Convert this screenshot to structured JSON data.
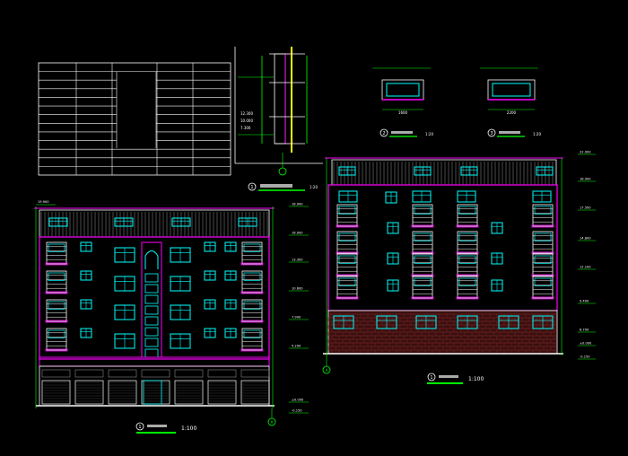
{
  "colors": {
    "background": "#000000",
    "line": "#ffffff",
    "accent": "#ff00ff",
    "window": "#00ffff",
    "dimension": "#00ff00",
    "highlight": "#ffff00",
    "brick": "#8a2a2a"
  },
  "drawings": {
    "section_detail": {
      "circle": "1",
      "label_small": "1:20"
    },
    "detail_2": {
      "circle": "2",
      "dim_total": "1600",
      "label_small": "1:20"
    },
    "detail_3": {
      "circle": "3",
      "dim_total": "2200",
      "label_small": "1:20"
    },
    "front_elevation": {
      "circle": "1",
      "scale": "1:100",
      "axis_mark": "A"
    },
    "side_elevation": {
      "circle": "1",
      "scale": "1:100",
      "axis_mark": "A"
    }
  },
  "elevation_marks": {
    "left": [
      "18.900",
      "16.000",
      "13.300",
      "10.600",
      "7.900",
      "5.200",
      "±0.000",
      "-0.150"
    ],
    "right": [
      "22.000",
      "18.900",
      "17.500",
      "14.800",
      "12.100",
      "9.400",
      "6.700",
      "±0.000",
      "-0.150"
    ],
    "roof_left": "19.900"
  },
  "icons": {
    "section": "section-mark-icon",
    "axis": "axis-bubble-icon"
  }
}
